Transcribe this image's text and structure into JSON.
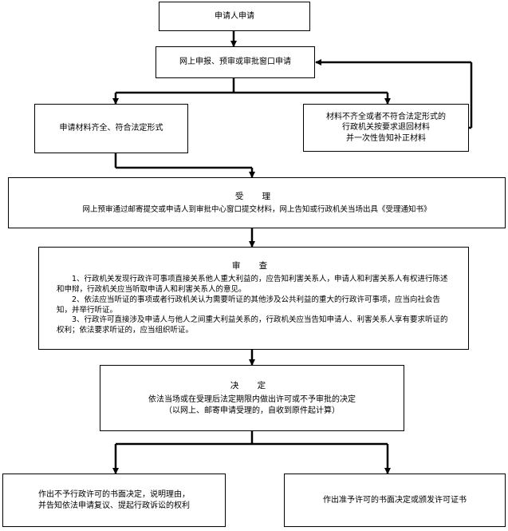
{
  "nodes": {
    "apply": {
      "text": "申请人申请"
    },
    "submit": {
      "text": "网上申报、预审或审批窗口申请"
    },
    "complete": {
      "text": "申请材料齐全、符合法定形式"
    },
    "incomplete": {
      "text": "材料不齐全或者不符合法定形式的\n行政机关按要求退回材料\n并一次性告知补正材料"
    },
    "accept": {
      "title": "受  理",
      "body": "网上预审通过邮寄提交或申请人到审批中心窗口提交材料，网上告知或行政机关当场出具《受理通知书》"
    },
    "review": {
      "title": "审  查",
      "items": [
        "1、行政机关发现行政许可事项直接关系他人重大利益的，应告知利害关系人，申请人和利害关系人有权进行陈述和申辩，行政机关应当听取申请人和利害关系人的意见。",
        "2、依法应当听证的事项或者行政机关认为需要听证的其他涉及公共利益的重大的行政许可事项，应当向社会告知，并举行听证。",
        "3、行政许可直接涉及申请人与他人之间重大利益关系的，行政机关应当告知申请人、利害关系人享有要求听证的权利；依法要求听证的，应当组织听证。"
      ]
    },
    "decide": {
      "title": "决  定",
      "body": "依法当场或在受理后法定期限内做出许可或不予审批的决定\n（以网上、邮寄申请受理的，自收到原件起计算）"
    },
    "deny": {
      "text": "作出不予行政许可的书面决定，说明理由，\n并告知依法申请复议、提起行政诉讼的权利"
    },
    "grant": {
      "text": "作出准予许可的书面决定或颁发许可证书"
    }
  }
}
